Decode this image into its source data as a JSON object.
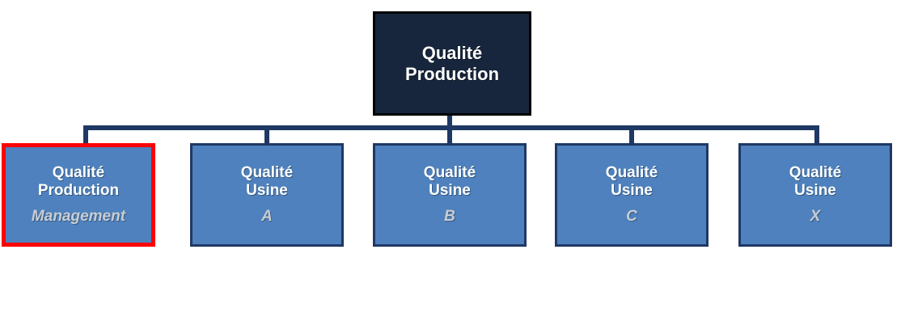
{
  "chart_data": {
    "type": "diagram",
    "diagram_type": "organization-chart",
    "title": "Qualité Production",
    "orientation": "top-down",
    "colors": {
      "root_fill": "#17263C",
      "root_border": "#000000",
      "node_fill": "#4E81BD",
      "node_border": "#1F3864",
      "highlight_border": "#FF0000",
      "primary_text": "#FFFFFF",
      "suffix_text": "#C8CDD2",
      "connector": "#1F3864",
      "background": "#FFFFFF"
    },
    "nodes": [
      {
        "id": "root",
        "line1": "Qualité",
        "line2": "Production",
        "suffix": "",
        "level": 0,
        "highlighted": false
      },
      {
        "id": "child-management",
        "line1": "Qualité",
        "line2": "Production",
        "suffix": "Management",
        "level": 1,
        "highlighted": true
      },
      {
        "id": "child-usine-a",
        "line1": "Qualité",
        "line2": "Usine",
        "suffix": "A",
        "level": 1,
        "highlighted": false
      },
      {
        "id": "child-usine-b",
        "line1": "Qualité",
        "line2": "Usine",
        "suffix": "B",
        "level": 1,
        "highlighted": false
      },
      {
        "id": "child-usine-c",
        "line1": "Qualité",
        "line2": "Usine",
        "suffix": "C",
        "level": 1,
        "highlighted": false
      },
      {
        "id": "child-usine-x",
        "line1": "Qualité",
        "line2": "Usine",
        "suffix": "X",
        "level": 1,
        "highlighted": false
      }
    ],
    "edges": [
      {
        "from": "root",
        "to": "child-management"
      },
      {
        "from": "root",
        "to": "child-usine-a"
      },
      {
        "from": "root",
        "to": "child-usine-b"
      },
      {
        "from": "root",
        "to": "child-usine-c"
      },
      {
        "from": "root",
        "to": "child-usine-x"
      }
    ]
  }
}
